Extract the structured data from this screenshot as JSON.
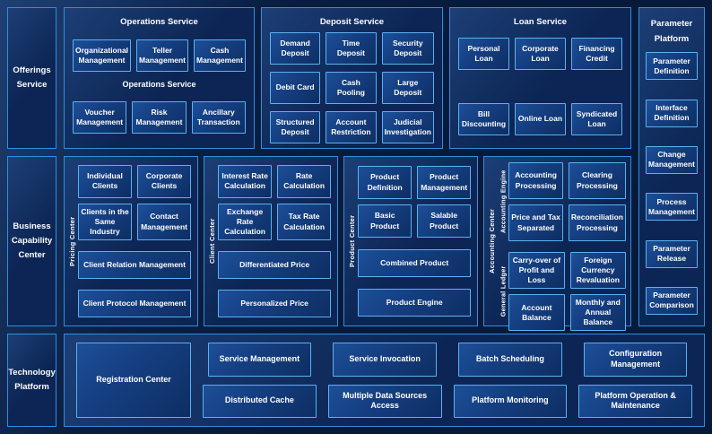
{
  "palette": {
    "background": "#081a3a",
    "panel_fill": "#0b2452",
    "panel_border": "#2f8fe0",
    "box_fill_light": "#1d4f98",
    "box_fill_dark": "#0e2e63",
    "box_border": "#5ab2f2",
    "text": "#ffffff"
  },
  "left_rail": {
    "items": [
      {
        "label": "Offerings Service"
      },
      {
        "label": "Business Capability Center"
      },
      {
        "label": "Technology Platform"
      }
    ]
  },
  "top_sections": [
    {
      "title": "Operations Service",
      "groups": [
        {
          "boxes": [
            "Organizational Management",
            "Teller Management",
            "Cash Management"
          ]
        },
        {
          "label": "Operations Service",
          "boxes": [
            "Voucher Management",
            "Risk Management",
            "Ancillary Transaction"
          ]
        }
      ]
    },
    {
      "title": "Deposit Service",
      "groups": [
        {
          "boxes": [
            "Demand Deposit",
            "Time Deposit",
            "Security Deposit",
            "Debit Card",
            "Cash Pooling",
            "Large Deposit",
            "Structured Deposit",
            "Account Restriction",
            "Judicial Investigation"
          ]
        }
      ]
    },
    {
      "title": "Loan Service",
      "groups": [
        {
          "boxes": [
            "Personal Loan",
            "Corporate Loan",
            "Financing Credit",
            "Bill Discounting",
            "Online Loan",
            "Syndicated Loan"
          ]
        }
      ]
    }
  ],
  "parameter_platform": {
    "title": "Parameter Platform",
    "boxes": [
      "Parameter Definition",
      "Interface Definition",
      "Change Management",
      "Process Management",
      "Parameter Release",
      "Parameter Comparison"
    ]
  },
  "capability_sections": [
    {
      "side_label": "Pricing Center",
      "small_boxes": [
        "Individual Clients",
        "Corporate Clients",
        "Clients in the Same Industry",
        "Contact Management"
      ],
      "wide_boxes": [
        "Client Relation Management",
        "Client Protocol Management"
      ]
    },
    {
      "side_label": "Client Center",
      "small_boxes": [
        "Interest Rate Calculation",
        "Rate Calculation",
        "Exchange Rate Calculation",
        "Tax Rate Calculation"
      ],
      "wide_boxes": [
        "Differentiated Price",
        "Personalized Price"
      ]
    },
    {
      "side_label": "Product Center",
      "small_boxes": [
        "Product Definition",
        "Product Management",
        "Basic Product",
        "Salable Product"
      ],
      "wide_boxes": [
        "Combined Product",
        "Product Engine"
      ]
    }
  ],
  "accounting_section": {
    "side_label": "Accounting Center",
    "groups": [
      {
        "side_label": "Accounting Engine",
        "boxes": [
          "Accounting Processing",
          "Clearing Processing",
          "Price and Tax Separated",
          "Reconciliation Processing"
        ]
      },
      {
        "side_label": "General Ledger",
        "boxes": [
          "Carry-over of Profit and Loss",
          "Foreign Currency Revaluation",
          "Account Balance",
          "Monthly and Annual Balance"
        ]
      }
    ]
  },
  "technology_platform": {
    "registration_label": "Registration Center",
    "columns": [
      [
        "Service Management",
        "Distributed Cache"
      ],
      [
        "Service Invocation",
        "Multiple Data Sources Access"
      ],
      [
        "Batch Scheduling",
        "Platform Monitoring"
      ],
      [
        "Configuration Management",
        "Platform Operation & Maintenance"
      ]
    ]
  }
}
